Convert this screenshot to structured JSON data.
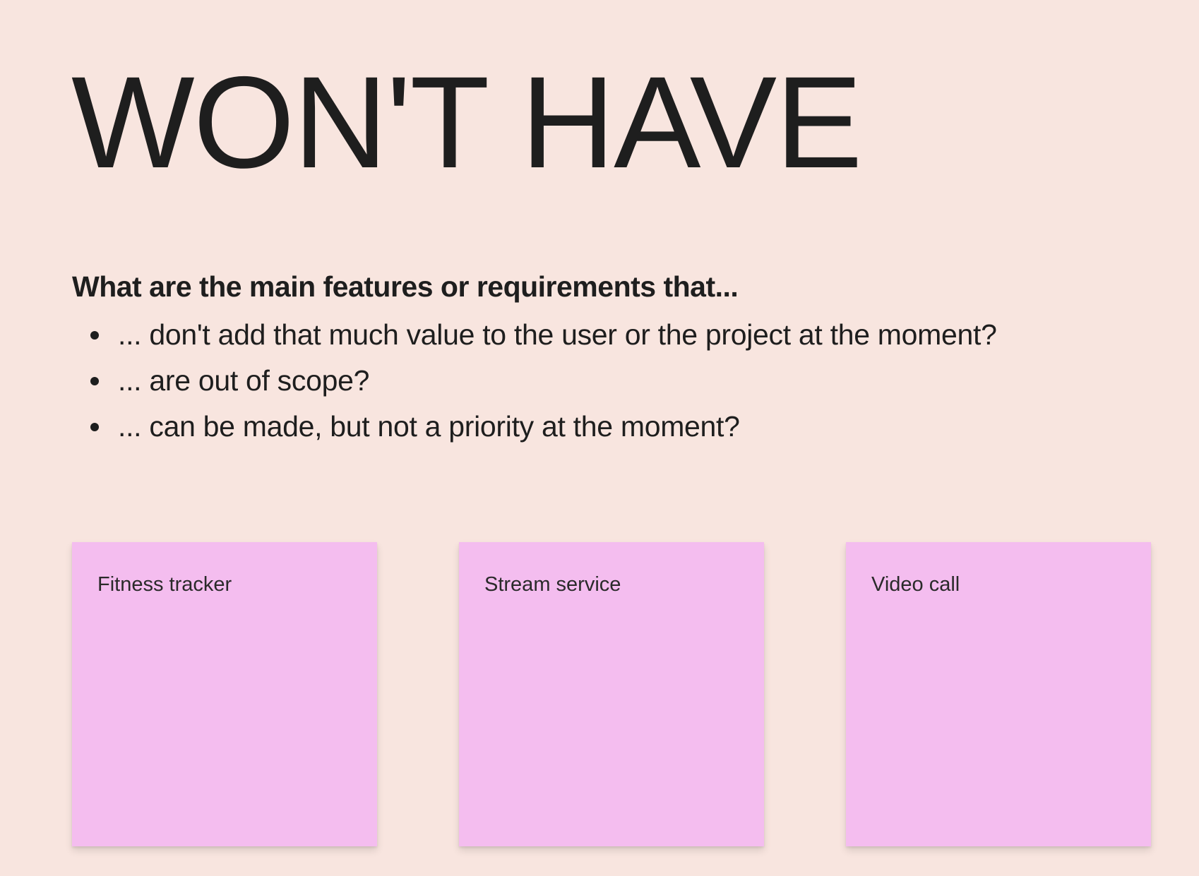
{
  "colors": {
    "background": "#f8e5df",
    "text": "#1e1e1e",
    "sticky_note": "#f4bdef"
  },
  "board": {
    "title": "WON'T HAVE",
    "prompt": {
      "heading": "What are the main features or requirements that...",
      "items": [
        "... don't add that much value to the user or the project at the moment?",
        "... are out of scope?",
        "... can be made, but not a priority at the moment?"
      ]
    },
    "sticky_notes": [
      {
        "text": "Fitness tracker"
      },
      {
        "text": "Stream service"
      },
      {
        "text": "Video call"
      }
    ]
  }
}
